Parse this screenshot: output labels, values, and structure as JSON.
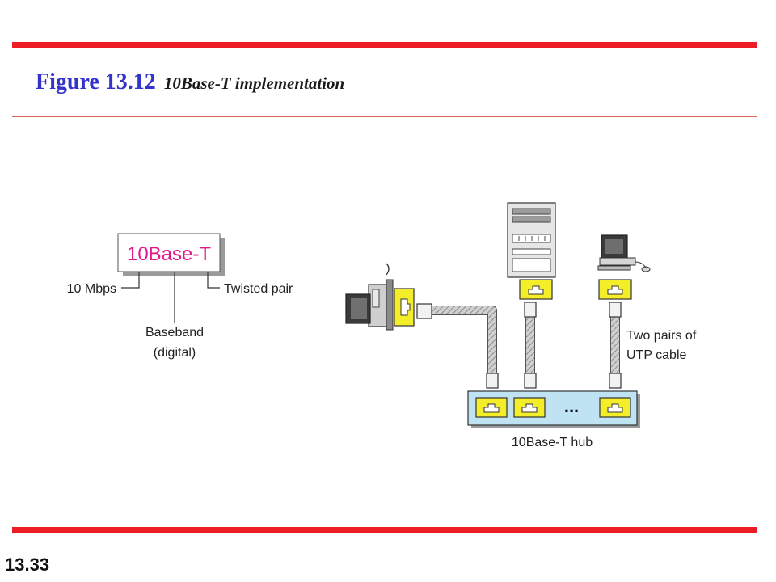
{
  "header": {
    "figure_number": "Figure 13.12",
    "figure_caption": "10Base-T implementation"
  },
  "naming": {
    "box_label": "10Base-T",
    "speed_label": "10 Mbps",
    "signaling_label_line1": "Baseband",
    "signaling_label_line2": "(digital)",
    "medium_label": "Twisted pair"
  },
  "network": {
    "cable_label_line1": "Two pairs of",
    "cable_label_line2": "UTP cable",
    "hub_ellipsis": "...",
    "hub_label": "10Base-T hub"
  },
  "footer": {
    "page_number": "13.33"
  },
  "colors": {
    "rule": "#ee1c24",
    "title": "#3333cc",
    "box_label": "#e0198a",
    "hub_fill": "#bfe3f3",
    "jack_fill": "#f4ee2a"
  }
}
